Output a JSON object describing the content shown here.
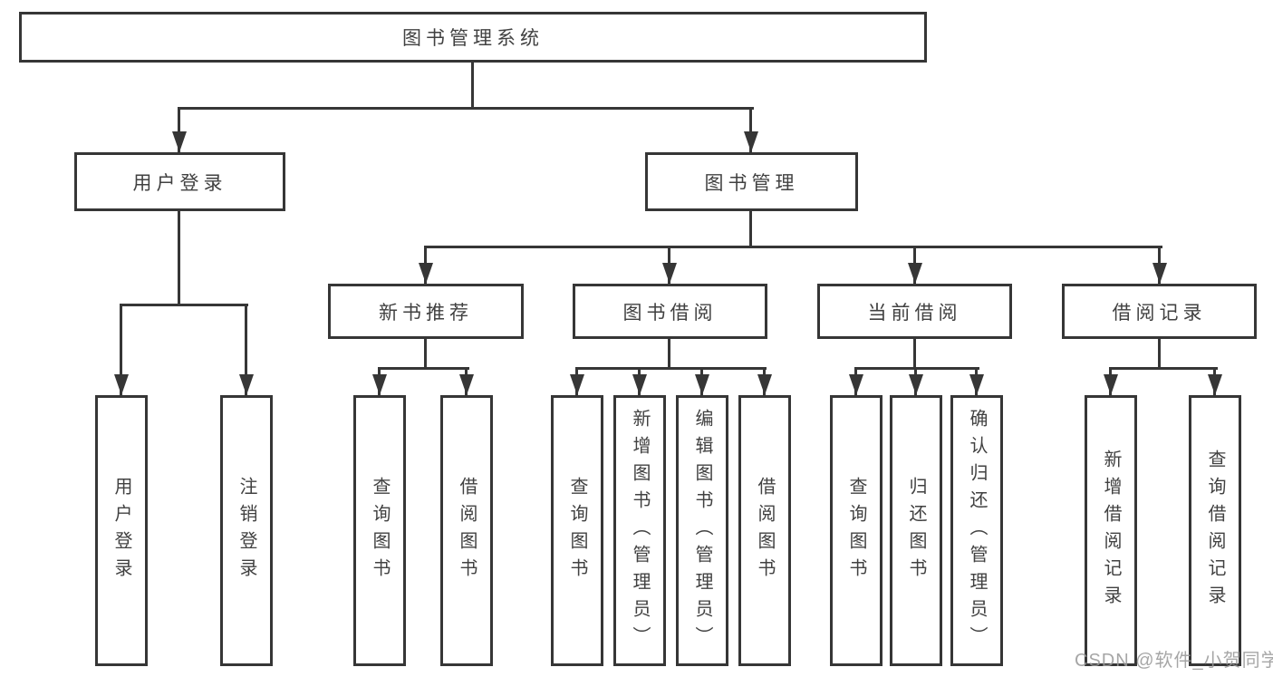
{
  "tree": {
    "root": {
      "label": "图书管理系统"
    },
    "user_login": {
      "label": "用户登录",
      "leaves": [
        {
          "label": "用户登录"
        },
        {
          "label": "注销登录"
        }
      ]
    },
    "book_mgmt": {
      "label": "图书管理",
      "branches": [
        {
          "label": "新书推荐",
          "leaves": [
            {
              "label": "查询图书"
            },
            {
              "label": "借阅图书"
            }
          ]
        },
        {
          "label": "图书借阅",
          "leaves": [
            {
              "label": "查询图书"
            },
            {
              "label": "新增图书（管理员）"
            },
            {
              "label": "编辑图书（管理员）"
            },
            {
              "label": "借阅图书"
            }
          ]
        },
        {
          "label": "当前借阅",
          "leaves": [
            {
              "label": "查询图书"
            },
            {
              "label": "归还图书"
            },
            {
              "label": "确认归还（管理员）"
            }
          ]
        },
        {
          "label": "借阅记录",
          "leaves": [
            {
              "label": "新增借阅记录"
            },
            {
              "label": "查询借阅记录"
            }
          ]
        }
      ]
    }
  },
  "watermark": {
    "text": "CSDN @软件_小贺同学"
  },
  "colors": {
    "line": "#363636",
    "text": "#414141",
    "watermark": "#9a9a9a",
    "background": "#ffffff"
  }
}
